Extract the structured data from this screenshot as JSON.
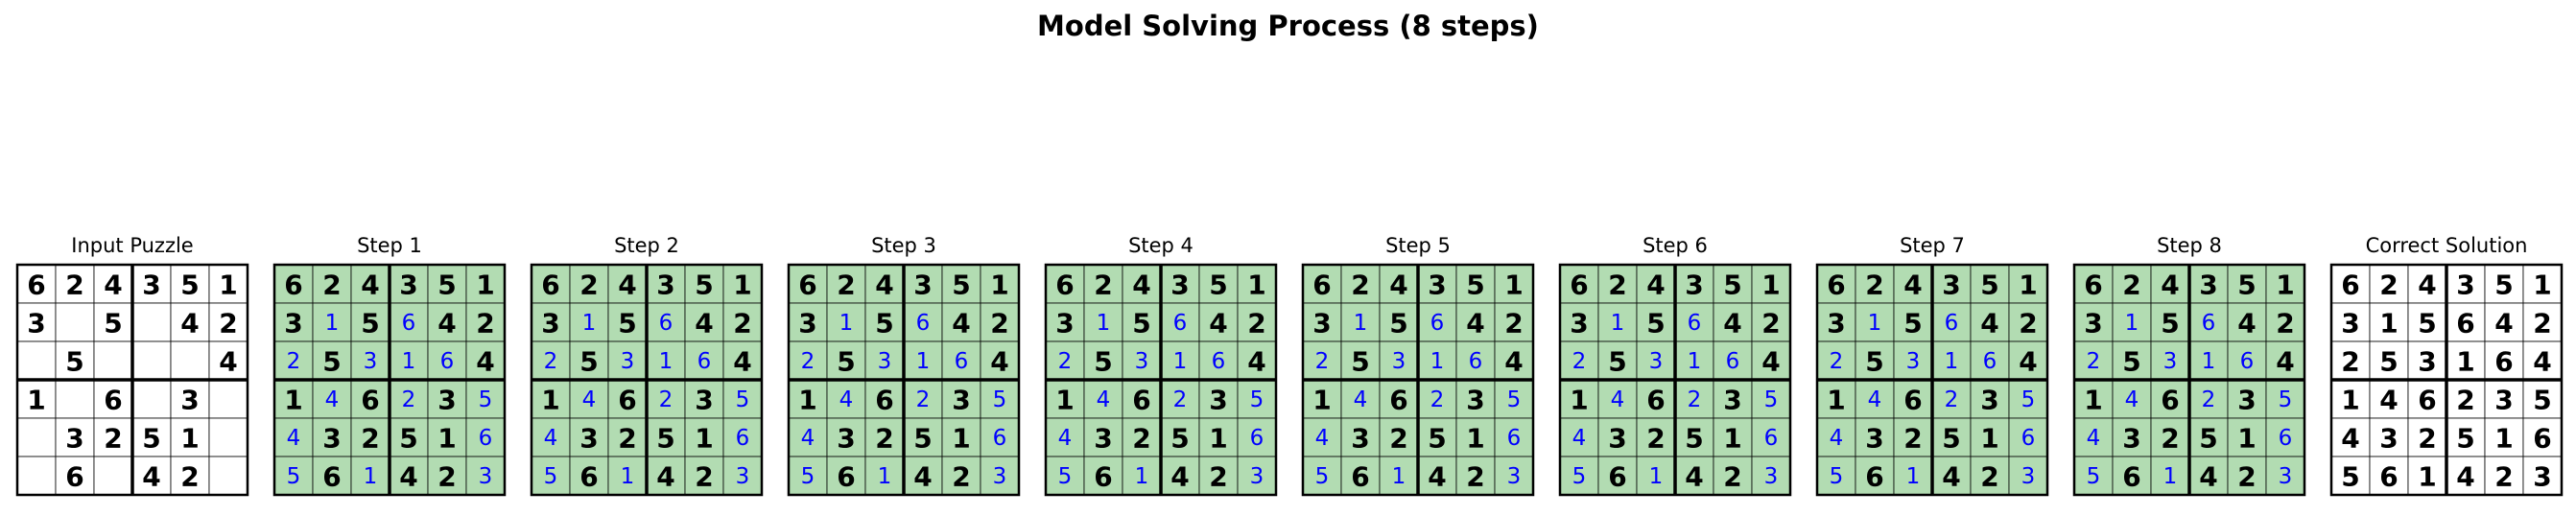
{
  "title": "Model Solving Process (8 steps)",
  "colors": {
    "filled": "#b2dcb2",
    "given_digit": "#000000",
    "model_digit": "#0000ff",
    "background": "#ffffff",
    "line": "#000000"
  },
  "chart_data": {
    "type": "table",
    "title": "Model Solving Process (8 steps)",
    "grid_size": 6,
    "box_rows": 3,
    "box_cols": 3,
    "input": {
      "title": "Input Puzzle",
      "grid": [
        [
          6,
          2,
          4,
          3,
          5,
          1
        ],
        [
          3,
          0,
          5,
          0,
          4,
          2
        ],
        [
          0,
          5,
          0,
          0,
          0,
          4
        ],
        [
          1,
          0,
          6,
          0,
          3,
          0
        ],
        [
          0,
          3,
          2,
          5,
          1,
          0
        ],
        [
          0,
          6,
          0,
          4,
          2,
          0
        ]
      ]
    },
    "steps": [
      {
        "title": "Step 1"
      },
      {
        "title": "Step 2"
      },
      {
        "title": "Step 3"
      },
      {
        "title": "Step 4"
      },
      {
        "title": "Step 5"
      },
      {
        "title": "Step 6"
      },
      {
        "title": "Step 7"
      },
      {
        "title": "Step 8"
      }
    ],
    "step_grid": [
      [
        6,
        2,
        4,
        3,
        5,
        1
      ],
      [
        3,
        1,
        5,
        6,
        4,
        2
      ],
      [
        2,
        5,
        3,
        1,
        6,
        4
      ],
      [
        1,
        4,
        6,
        2,
        3,
        5
      ],
      [
        4,
        3,
        2,
        5,
        1,
        6
      ],
      [
        5,
        6,
        1,
        4,
        2,
        3
      ]
    ],
    "solution": {
      "title": "Correct Solution",
      "grid": [
        [
          6,
          2,
          4,
          3,
          5,
          1
        ],
        [
          3,
          1,
          5,
          6,
          4,
          2
        ],
        [
          2,
          5,
          3,
          1,
          6,
          4
        ],
        [
          1,
          4,
          6,
          2,
          3,
          5
        ],
        [
          4,
          3,
          2,
          5,
          1,
          6
        ],
        [
          5,
          6,
          1,
          4,
          2,
          3
        ]
      ]
    }
  }
}
